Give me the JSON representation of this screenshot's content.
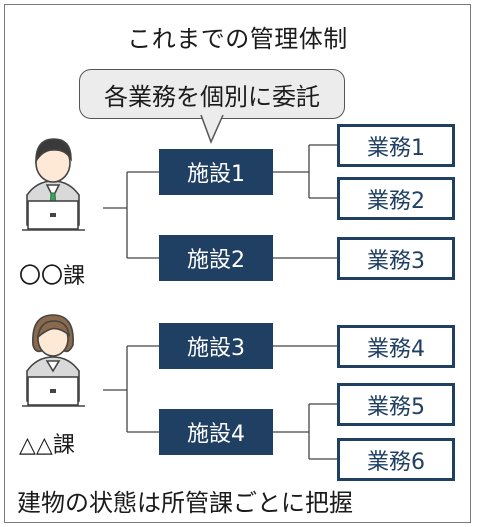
{
  "title": "これまでの管理体制",
  "bubble": "各業務を個別に委託",
  "footer": "建物の状態は所管課ごとに把握",
  "departments": [
    {
      "label": "〇〇課",
      "facilities": [
        {
          "label": "施設1",
          "tasks": [
            "業務1",
            "業務2"
          ]
        },
        {
          "label": "施設2",
          "tasks": [
            "業務3"
          ]
        }
      ]
    },
    {
      "label": "△△課",
      "facilities": [
        {
          "label": "施設3",
          "tasks": [
            "業務4"
          ]
        },
        {
          "label": "施設4",
          "tasks": [
            "業務5",
            "業務6"
          ]
        }
      ]
    }
  ],
  "colors": {
    "facility": "#1f3f63",
    "task_border": "#1f3f63",
    "tie_male": "#3aa35a"
  }
}
